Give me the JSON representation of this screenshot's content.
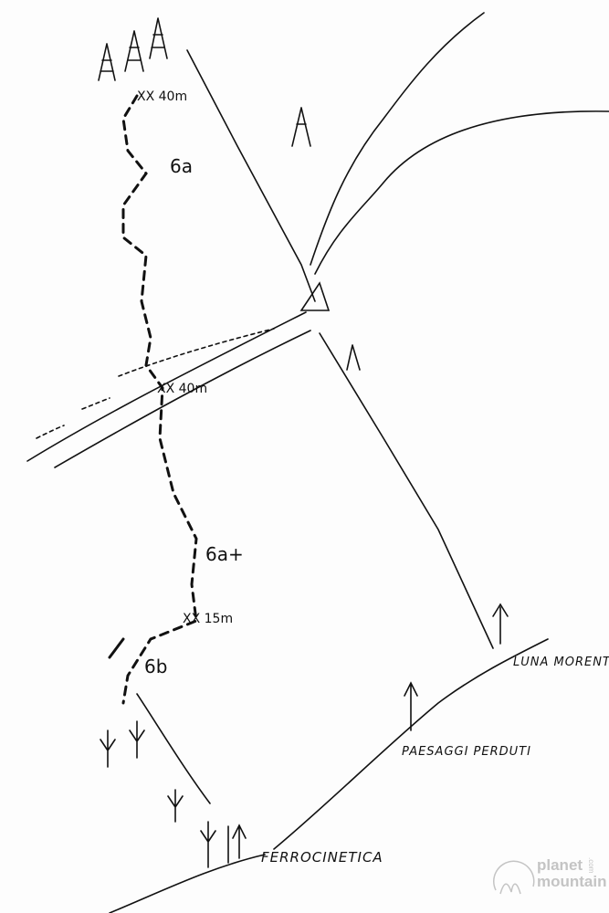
{
  "topo": {
    "anchors": [
      "XX 40m",
      "XX 40m",
      "XX 15m"
    ],
    "grades": [
      "6a",
      "6a+",
      "6b"
    ],
    "routes": [
      "LUNA MORENTE",
      "PAESAGGI PERDUTI",
      "FERROCINETICA"
    ]
  },
  "logo": {
    "line1": "planet",
    "line2": "mountain",
    "domain": ".com"
  },
  "colors": {
    "ink": "#111111",
    "logo": "#c4c4c4"
  }
}
